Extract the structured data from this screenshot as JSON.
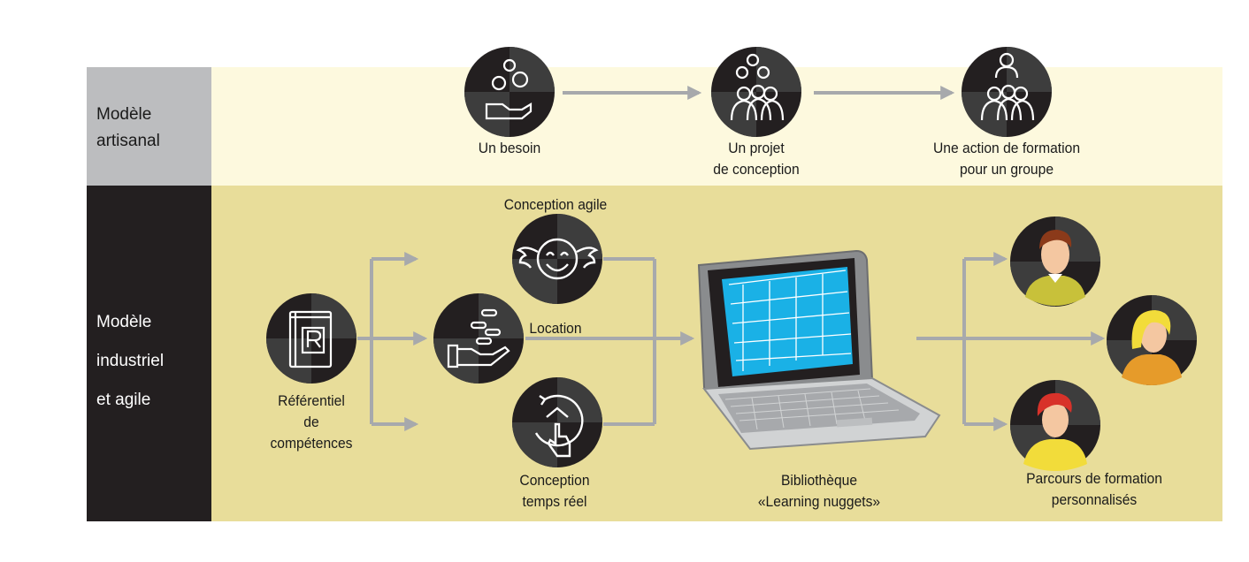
{
  "rows": {
    "artisanal": {
      "line1": "Modèle",
      "line2": "artisanal"
    },
    "industriel": {
      "line1": "Modèle",
      "line2": "industriel",
      "line3": "et agile"
    }
  },
  "artisanal_steps": {
    "besoin": {
      "line1": "Un besoin"
    },
    "projet": {
      "line1": "Un projet",
      "line2": "de conception"
    },
    "action": {
      "line1": "Une action de formation",
      "line2": "pour un groupe"
    }
  },
  "industriel_nodes": {
    "referentiel": {
      "line1": "Référentiel",
      "line2": "de",
      "line3": "compétences"
    },
    "conception_agile": {
      "line1": "Conception agile"
    },
    "location": {
      "line1": "Location"
    },
    "conception_temps_reel": {
      "line1": "Conception",
      "line2": "temps réel"
    },
    "bibliotheque": {
      "line1": "Bibliothèque",
      "line2": "«Learning nuggets»"
    },
    "parcours": {
      "line1": "Parcours de formation",
      "line2": "personnalisés"
    }
  },
  "colors": {
    "row_top_bg": "#fdf9de",
    "row_bottom_bg": "#e8dd9a",
    "label_top_bg": "#bcbdbf",
    "label_bottom_bg": "#231f20",
    "arrow": "#a7a9ac",
    "icon_dark": "#231f20",
    "icon_mid": "#3d3d3d",
    "screen": "#1ab1e6"
  }
}
